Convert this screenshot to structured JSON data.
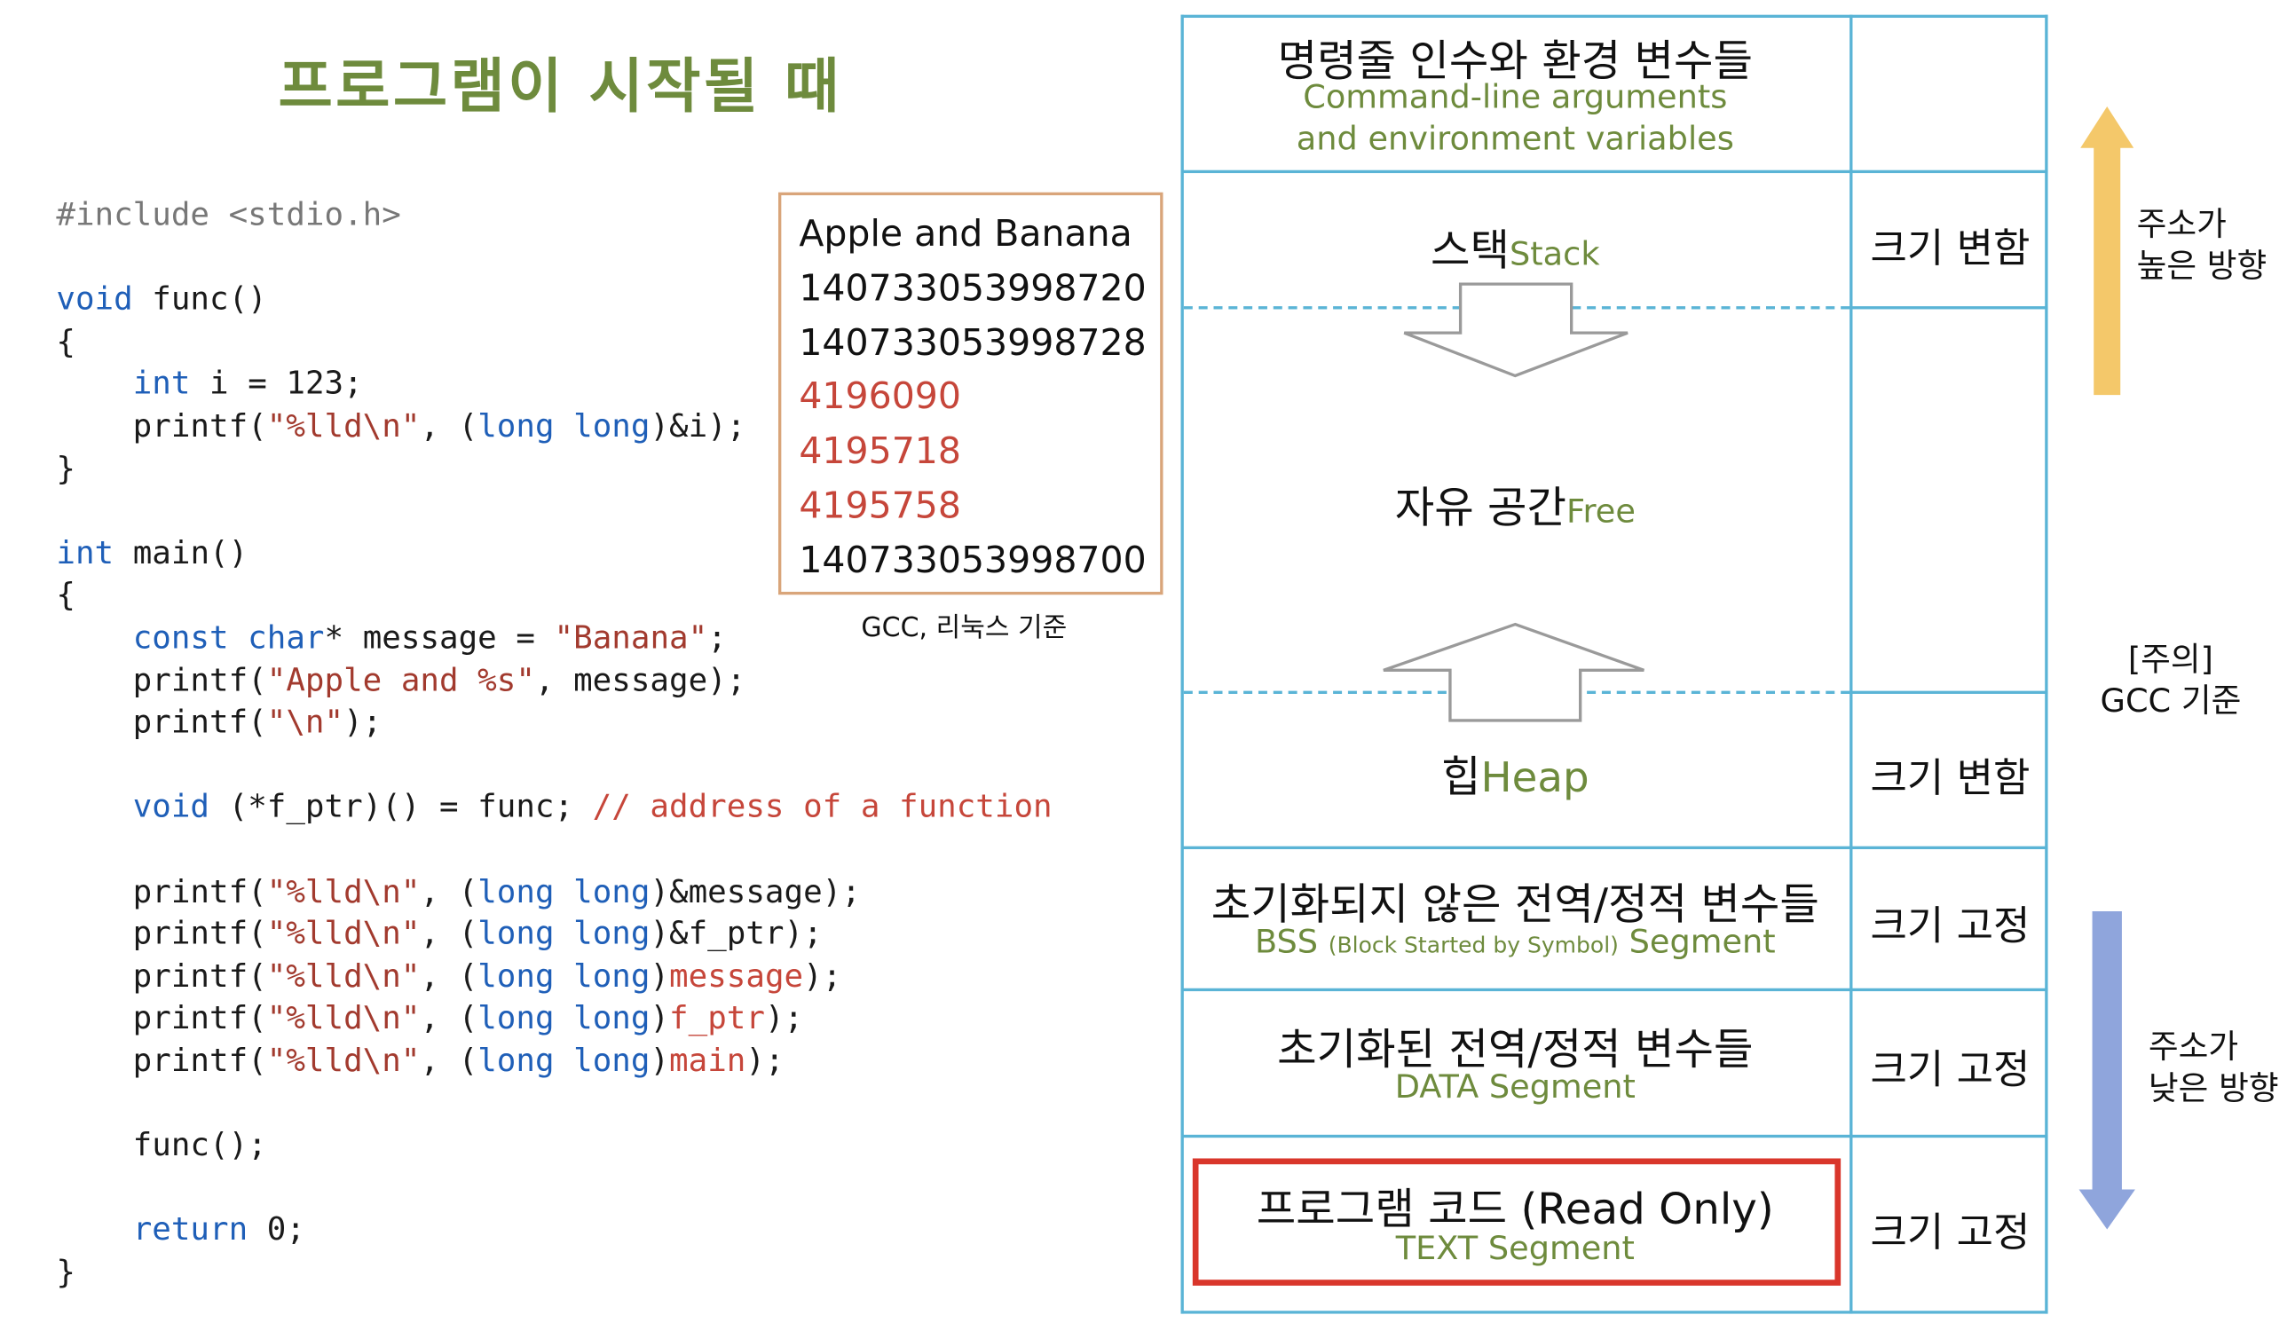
{
  "title": "프로그램이 시작될 때",
  "code_lines": [
    [
      {
        "t": "#include <stdio.h>",
        "c": "pp"
      }
    ],
    [],
    [
      {
        "t": "void",
        "c": "kw"
      },
      {
        "t": " func()"
      }
    ],
    [
      {
        "t": "{"
      }
    ],
    [
      {
        "t": "    "
      },
      {
        "t": "int",
        "c": "kw"
      },
      {
        "t": " i = 123;"
      }
    ],
    [
      {
        "t": "    printf("
      },
      {
        "t": "\"%lld\\n\"",
        "c": "str"
      },
      {
        "t": ", ("
      },
      {
        "t": "long long",
        "c": "kw"
      },
      {
        "t": ")&i);"
      }
    ],
    [
      {
        "t": "}"
      }
    ],
    [],
    [
      {
        "t": "int",
        "c": "kw"
      },
      {
        "t": " main()"
      }
    ],
    [
      {
        "t": "{"
      }
    ],
    [
      {
        "t": "    "
      },
      {
        "t": "const char",
        "c": "kw"
      },
      {
        "t": "* message = "
      },
      {
        "t": "\"Banana\"",
        "c": "str"
      },
      {
        "t": ";"
      }
    ],
    [
      {
        "t": "    printf("
      },
      {
        "t": "\"Apple and %s\"",
        "c": "str"
      },
      {
        "t": ", message);"
      }
    ],
    [
      {
        "t": "    printf("
      },
      {
        "t": "\"\\n\"",
        "c": "str"
      },
      {
        "t": ");"
      }
    ],
    [],
    [
      {
        "t": "    "
      },
      {
        "t": "void",
        "c": "kw"
      },
      {
        "t": " (*f_ptr)() = func; "
      },
      {
        "t": "// address of a function",
        "c": "cm"
      }
    ],
    [],
    [
      {
        "t": "    printf("
      },
      {
        "t": "\"%lld\\n\"",
        "c": "str"
      },
      {
        "t": ", ("
      },
      {
        "t": "long long",
        "c": "kw"
      },
      {
        "t": ")&message);"
      }
    ],
    [
      {
        "t": "    printf("
      },
      {
        "t": "\"%lld\\n\"",
        "c": "str"
      },
      {
        "t": ", ("
      },
      {
        "t": "long long",
        "c": "kw"
      },
      {
        "t": ")&f_ptr);"
      }
    ],
    [
      {
        "t": "    printf("
      },
      {
        "t": "\"%lld\\n\"",
        "c": "str"
      },
      {
        "t": ", ("
      },
      {
        "t": "long long",
        "c": "kw"
      },
      {
        "t": ")"
      },
      {
        "t": "message",
        "c": "red"
      },
      {
        "t": ");"
      }
    ],
    [
      {
        "t": "    printf("
      },
      {
        "t": "\"%lld\\n\"",
        "c": "str"
      },
      {
        "t": ", ("
      },
      {
        "t": "long long",
        "c": "kw"
      },
      {
        "t": ")"
      },
      {
        "t": "f_ptr",
        "c": "red"
      },
      {
        "t": ");"
      }
    ],
    [
      {
        "t": "    printf("
      },
      {
        "t": "\"%lld\\n\"",
        "c": "str"
      },
      {
        "t": ", ("
      },
      {
        "t": "long long",
        "c": "kw"
      },
      {
        "t": ")"
      },
      {
        "t": "main",
        "c": "red"
      },
      {
        "t": ");"
      }
    ],
    [],
    [
      {
        "t": "    func();"
      }
    ],
    [],
    [
      {
        "t": "    "
      },
      {
        "t": "return",
        "c": "kw"
      },
      {
        "t": " 0;"
      }
    ],
    [
      {
        "t": "}"
      }
    ]
  ],
  "output": {
    "lines": [
      {
        "text": "Apple and Banana",
        "highlight": false
      },
      {
        "text": "140733053998720",
        "highlight": false
      },
      {
        "text": "140733053998728",
        "highlight": false
      },
      {
        "text": "4196090",
        "highlight": true
      },
      {
        "text": "4195718",
        "highlight": true
      },
      {
        "text": "4195758",
        "highlight": true
      },
      {
        "text": "140733053998700",
        "highlight": false
      }
    ],
    "caption": "GCC, 리눅스 기준"
  },
  "memory": {
    "args": {
      "ko": "명령줄 인수와 환경 변수들",
      "en1": "Command-line arguments",
      "en2": "and environment variables"
    },
    "stack": {
      "ko": "스택",
      "en": "Stack",
      "size": "크기 변함"
    },
    "free": {
      "ko": "자유 공간",
      "en": "Free"
    },
    "heap": {
      "ko": "힙",
      "en": "Heap",
      "size": "크기 변함"
    },
    "bss": {
      "ko": "초기화되지 않은 전역/정적 변수들",
      "en_a": "BSS",
      "en_small": "(Block Started by Symbol)",
      "en_b": "Segment",
      "size": "크기 고정"
    },
    "data": {
      "ko": "초기화된 전역/정적 변수들",
      "en": "DATA Segment",
      "size": "크기 고정"
    },
    "text": {
      "ko": "프로그램 코드 (Read Only)",
      "en": "TEXT Segment",
      "size": "크기 고정"
    }
  },
  "side": {
    "high_1": "주소가",
    "high_2": "높은 방향",
    "note_1": "[주의]",
    "note_2": "GCC 기준",
    "low_1": "주소가",
    "low_2": "낮은 방향"
  },
  "colors": {
    "title": "#6e8b3d",
    "keyword": "#1f5fb8",
    "string": "#a23a2e",
    "highlight": "#c6463a",
    "border": "#5ab4d6",
    "up_arrow": "#f4c86a",
    "down_arrow": "#8fa5dc",
    "text_box": "#d9362b"
  }
}
